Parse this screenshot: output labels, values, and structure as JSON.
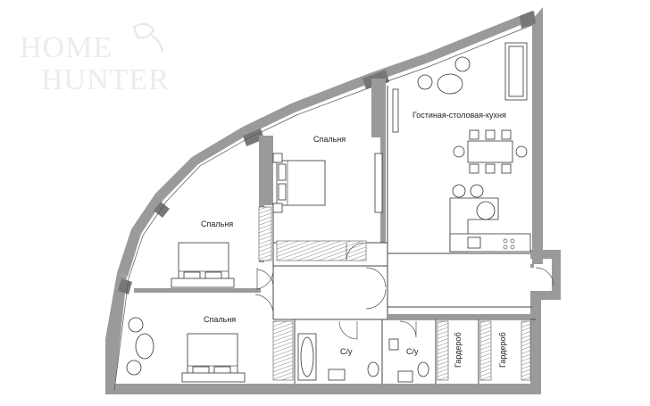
{
  "watermark": {
    "line1": "HOME",
    "line2": "HUNTER"
  },
  "rooms": {
    "living": "Гостиная-столовая-кухня",
    "bedroom_top": "Спальня",
    "bedroom_left": "Спальня",
    "bedroom_bottom": "Спальня",
    "bath_1": "С/у",
    "bath_2": "С/у",
    "wardrobe_1": "Гардероб",
    "wardrobe_2": "Гардероб"
  },
  "colors": {
    "wall": "#9a9a9a",
    "line": "#444444",
    "background": "#ffffff"
  }
}
